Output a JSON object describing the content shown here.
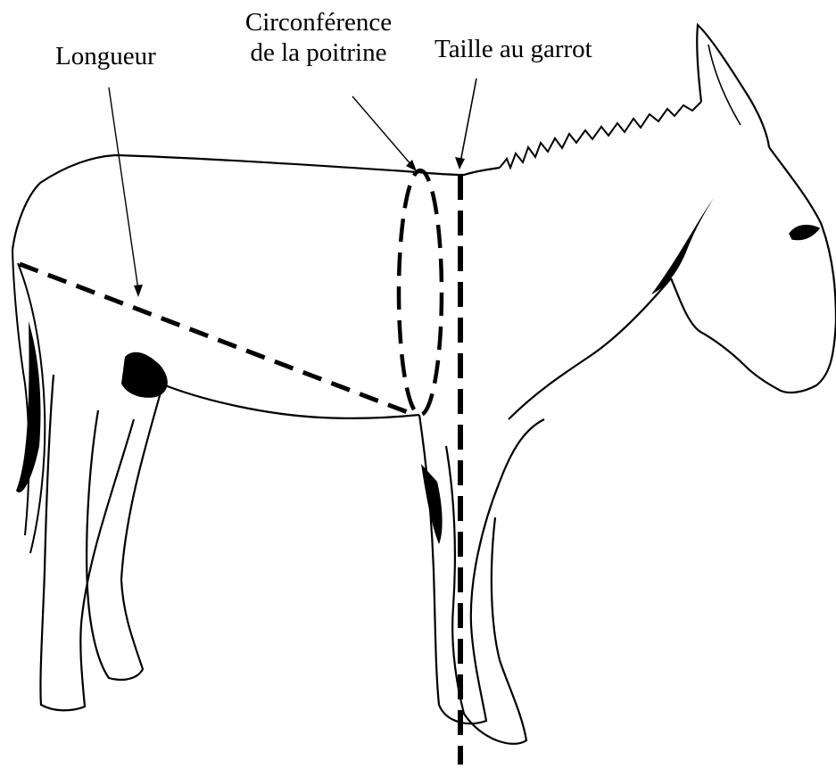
{
  "labels": {
    "length": "Longueur",
    "chest_line1": "Circonférence",
    "chest_line2": "de la poitrine",
    "withers": "Taille au garrot"
  },
  "colors": {
    "ink": "#000000",
    "background": "#ffffff"
  }
}
